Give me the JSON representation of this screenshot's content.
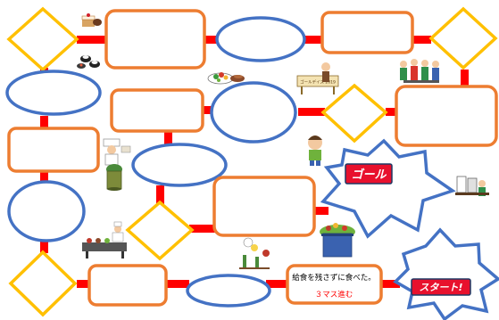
{
  "board": {
    "goal_label": "ゴール",
    "start_label": "スタート!",
    "task_square": {
      "line1": "給食を残さずに食べた。",
      "line2": "３マス進む"
    },
    "sign_text": "ゴールデイズ 2019",
    "colors": {
      "rect_border": "#ED7D31",
      "oval_border": "#4472C4",
      "diamond_border": "#FFC000",
      "connector": "#FF0000",
      "star_border": "#4472C4",
      "label_fill": "#E8112D"
    },
    "illustrations": [
      "sushi-icon",
      "cake-icon",
      "salad-plate-icon",
      "yakiniku-icon",
      "signboard-icon",
      "volunteers-group-icon",
      "chef-icon",
      "plant-pot-icon",
      "boy-icon",
      "book-stack-icon",
      "bbq-grill-icon",
      "flowers-icon",
      "compost-bin-icon",
      "restaurant-pair-icon"
    ]
  }
}
